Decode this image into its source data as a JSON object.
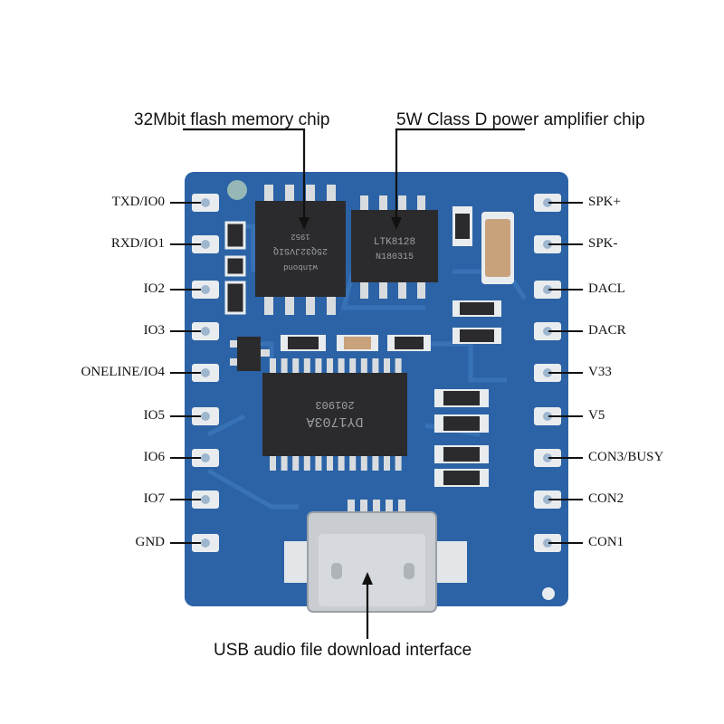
{
  "callouts": {
    "flash": "32Mbit flash memory chip",
    "amp": "5W Class D power amplifier chip",
    "usb": "USB audio file download interface"
  },
  "pins": {
    "left": [
      "TXD/IO0",
      "RXD/IO1",
      "IO2",
      "IO3",
      "ONELINE/IO4",
      "IO5",
      "IO6",
      "IO7",
      "GND"
    ],
    "right": [
      "SPK+",
      "SPK-",
      "DACL",
      "DACR",
      "V33",
      "V5",
      "CON3/BUSY",
      "CON2",
      "CON1"
    ]
  },
  "chips": {
    "flash_mark": [
      "winbond",
      "25Q32JVSIQ",
      "1952"
    ],
    "amp_mark": [
      "LTK8128",
      "N180315"
    ],
    "main_mark": [
      "DY1703A",
      "201903"
    ]
  },
  "colors": {
    "board": "#2c63a6",
    "trace": "#3a74b8",
    "pad": "#e9ecef",
    "chip": "#2b2b2d",
    "resistor": "#c7a27b"
  }
}
